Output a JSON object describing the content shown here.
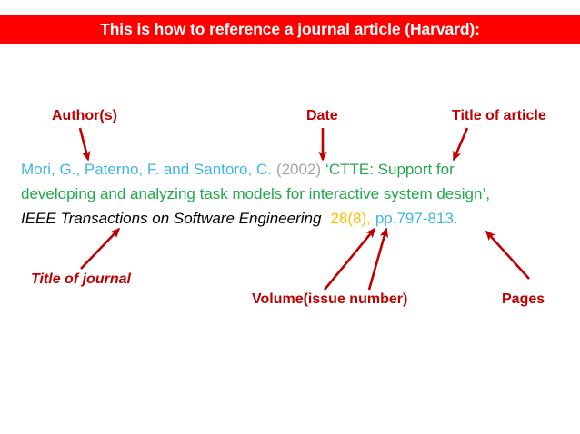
{
  "banner": {
    "text": "This is how to reference a journal article (Harvard):",
    "background_color": "#FF0000",
    "text_color": "#FFFFFF"
  },
  "annotations": {
    "authors": "Author(s)",
    "date": "Date",
    "title_of_article": "Title of article",
    "title_of_journal": "Title of journal",
    "volume_issue": "Volume(issue number)",
    "pages": "Pages",
    "arrow_color": "#C00000"
  },
  "citation": {
    "authors": "Mori, G., Paterno, F. and Santoro, C.",
    "date": "(2002)",
    "article_title_line1": "‘CTTE: Support for",
    "article_title_line2": "developing and analyzing task models for interactive system design’,",
    "journal": "IEEE Transactions on Software Engineering",
    "volume_issue": "28(8),",
    "pages": "pp.797-813.",
    "colors": {
      "authors": "#41B6E6",
      "date": "#A6A6A6",
      "article_title": "#21A84B",
      "journal": "#000000",
      "volume_issue": "#FFC000",
      "pages": "#41B6E6"
    }
  }
}
